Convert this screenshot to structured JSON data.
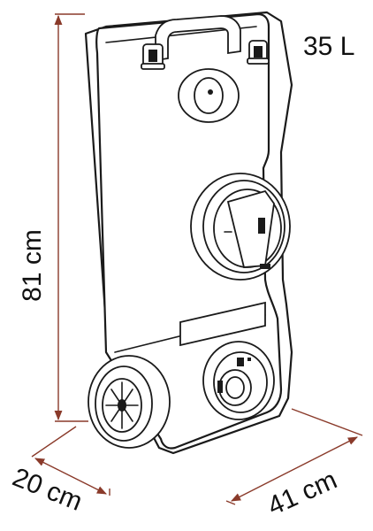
{
  "labels": {
    "capacity": "35 L",
    "height": "81 cm",
    "depth": "20 cm",
    "width": "41 cm"
  },
  "colors": {
    "dimension_line": "#8a3a2a",
    "outline": "#1a1a1a",
    "background": "#ffffff"
  }
}
